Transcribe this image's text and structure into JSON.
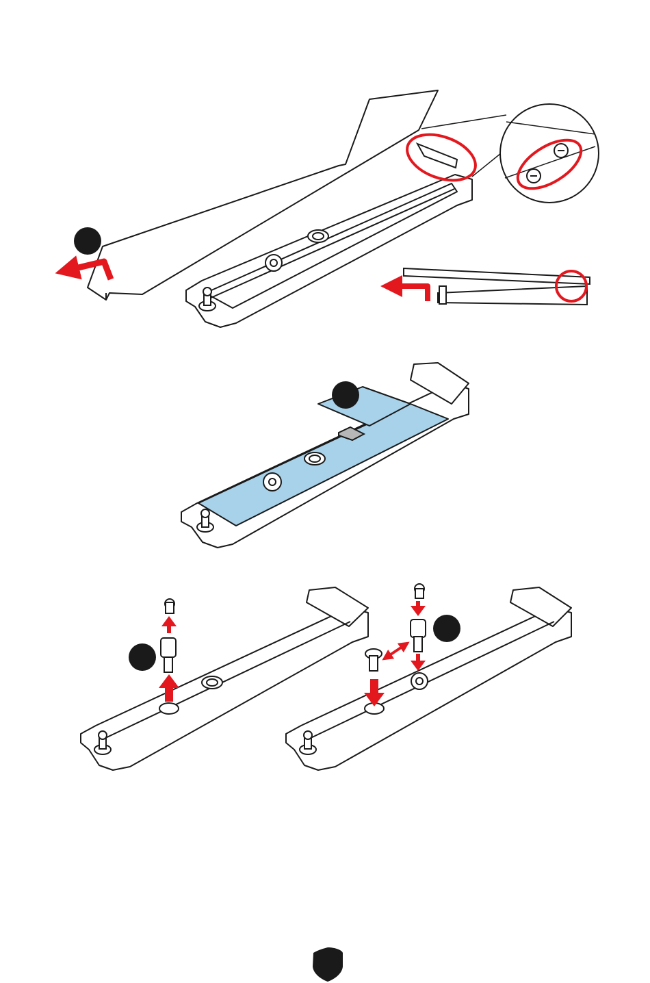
{
  "illustration": {
    "steps": [
      {
        "id": "remove-heatsink",
        "number": "",
        "callout": "heatsink-screws-zoom"
      },
      {
        "id": "peel-thermal-pad",
        "number": ""
      },
      {
        "id": "remove-standoff",
        "number": ""
      },
      {
        "id": "install-standoff",
        "number": ""
      }
    ],
    "colors": {
      "line": "#1a1a1a",
      "arrow": "#e3181f",
      "highlight": "#e3181f",
      "thermal_pad": "#a8d2ea",
      "chip": "#b7b7b7",
      "badge": "#1a1a1a"
    },
    "icons": [
      "shield-icon",
      "up-arrow-icon",
      "down-arrow-icon",
      "left-arrow-icon",
      "double-arrow-icon",
      "screw-icon",
      "standoff-icon"
    ]
  },
  "footer": {
    "page_mark": ""
  }
}
